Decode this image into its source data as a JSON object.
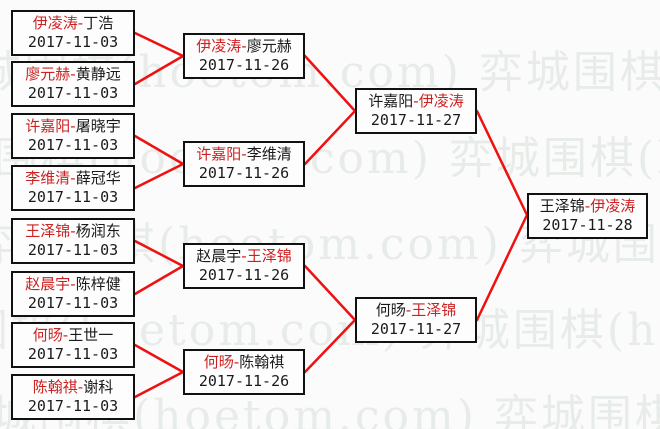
{
  "watermark": {
    "row_text": "弈城围棋(hoetom.com) 弈城围棋(hoetom.com)"
  },
  "colors": {
    "winner_red": "#cc2222",
    "connector_red": "#ee1111",
    "box_border": "#111111",
    "background": "#fbfbfb",
    "watermark": "#e7ece9"
  },
  "bracket": {
    "dash": "-",
    "rounds": [
      {
        "matches": [
          {
            "p1": "伊凌涛",
            "p1_status": "win",
            "p2": "丁浩",
            "p2_status": "lose",
            "date": "2017-11-03"
          },
          {
            "p1": "廖元赫",
            "p1_status": "win",
            "p2": "黄静远",
            "p2_status": "lose",
            "date": "2017-11-03"
          },
          {
            "p1": "许嘉阳",
            "p1_status": "win",
            "p2": "屠晓宇",
            "p2_status": "lose",
            "date": "2017-11-03"
          },
          {
            "p1": "李维清",
            "p1_status": "win",
            "p2": "薛冠华",
            "p2_status": "lose",
            "date": "2017-11-03"
          },
          {
            "p1": "王泽锦",
            "p1_status": "win",
            "p2": "杨润东",
            "p2_status": "lose",
            "date": "2017-11-03"
          },
          {
            "p1": "赵晨宇",
            "p1_status": "win",
            "p2": "陈梓健",
            "p2_status": "lose",
            "date": "2017-11-03"
          },
          {
            "p1": "何旸",
            "p1_status": "win",
            "p2": "王世一",
            "p2_status": "lose",
            "date": "2017-11-03"
          },
          {
            "p1": "陈翰祺",
            "p1_status": "win",
            "p2": "谢科",
            "p2_status": "lose",
            "date": "2017-11-03"
          }
        ]
      },
      {
        "matches": [
          {
            "p1": "伊凌涛",
            "p1_status": "win",
            "p2": "廖元赫",
            "p2_status": "lose",
            "date": "2017-11-26"
          },
          {
            "p1": "许嘉阳",
            "p1_status": "win",
            "p2": "李维清",
            "p2_status": "lose",
            "date": "2017-11-26"
          },
          {
            "p1": "赵晨宇",
            "p1_status": "lose",
            "p2": "王泽锦",
            "p2_status": "win",
            "date": "2017-11-26"
          },
          {
            "p1": "何旸",
            "p1_status": "win",
            "p2": "陈翰祺",
            "p2_status": "lose",
            "date": "2017-11-26"
          }
        ]
      },
      {
        "matches": [
          {
            "p1": "许嘉阳",
            "p1_status": "lose",
            "p2": "伊凌涛",
            "p2_status": "win",
            "date": "2017-11-27"
          },
          {
            "p1": "何旸",
            "p1_status": "lose",
            "p2": "王泽锦",
            "p2_status": "win",
            "date": "2017-11-27"
          }
        ]
      },
      {
        "matches": [
          {
            "p1": "王泽锦",
            "p1_status": "lose",
            "p2": "伊凌涛",
            "p2_status": "win",
            "date": "2017-11-28"
          }
        ]
      }
    ]
  }
}
